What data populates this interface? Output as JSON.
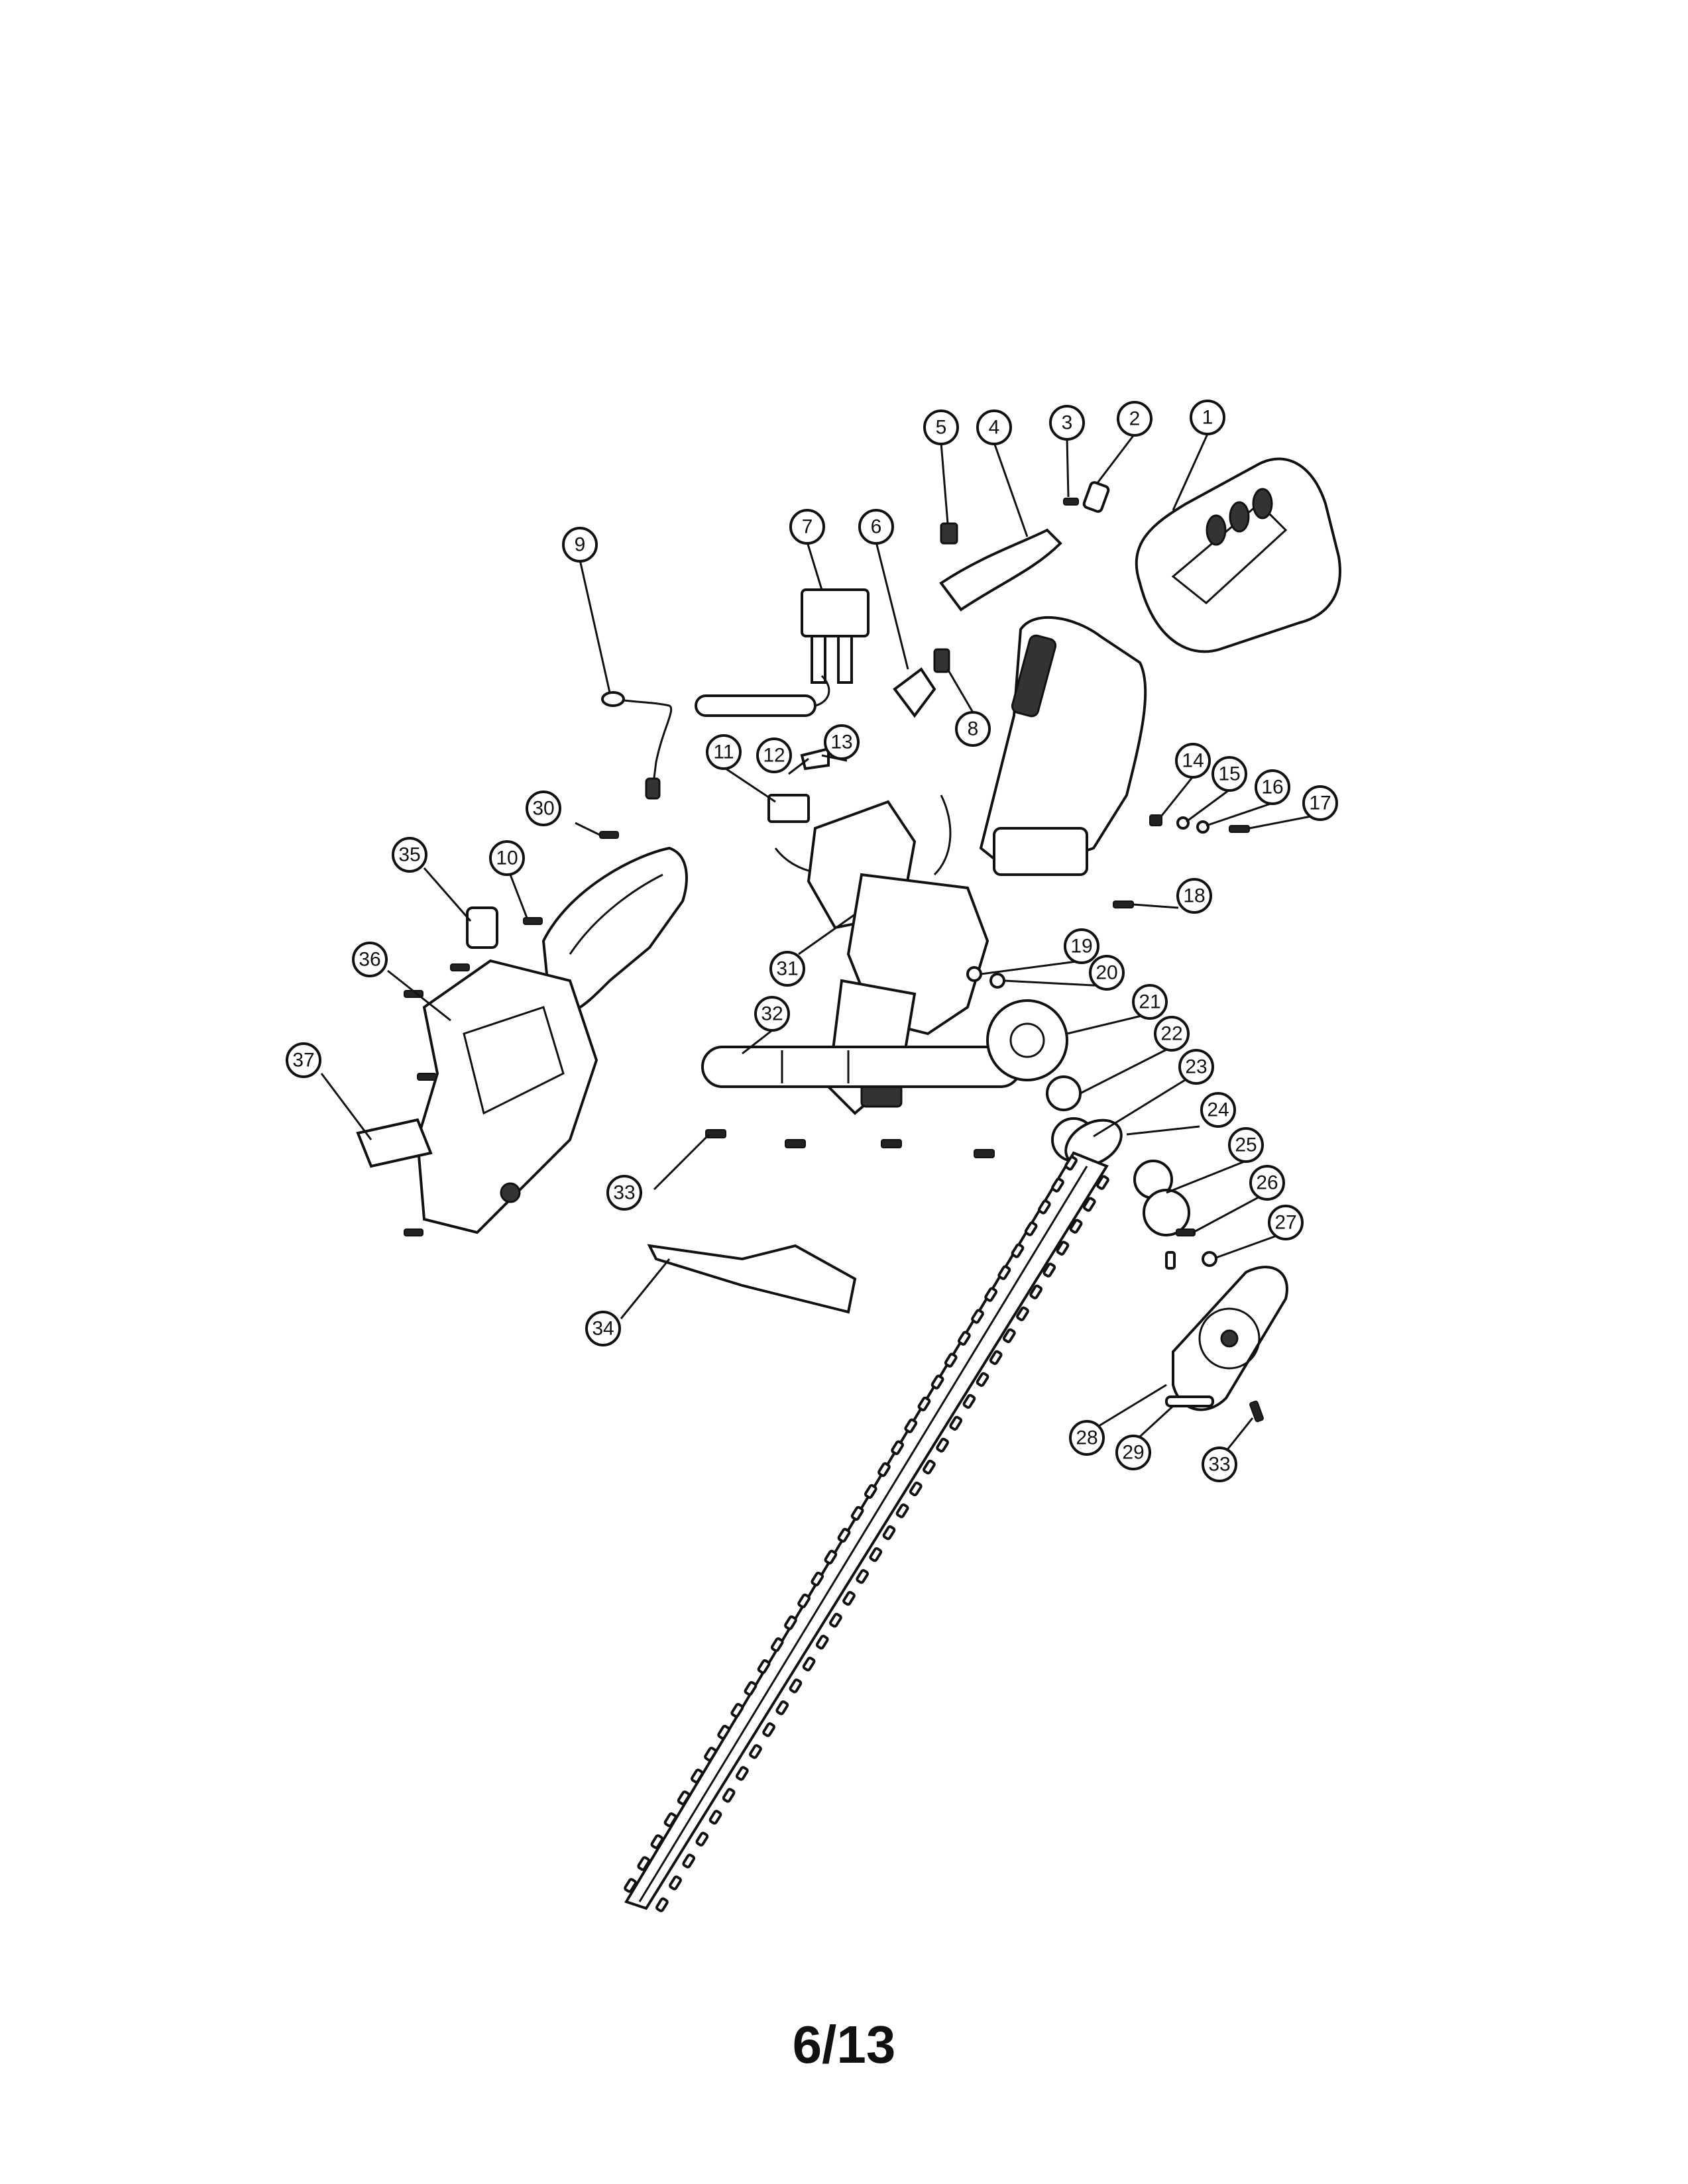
{
  "page": {
    "number": "6/13"
  },
  "callouts": [
    {
      "id": "c1",
      "label": "1"
    },
    {
      "id": "c2",
      "label": "2"
    },
    {
      "id": "c3",
      "label": "3"
    },
    {
      "id": "c4",
      "label": "4"
    },
    {
      "id": "c5",
      "label": "5"
    },
    {
      "id": "c6",
      "label": "6"
    },
    {
      "id": "c7",
      "label": "7"
    },
    {
      "id": "c8",
      "label": "8"
    },
    {
      "id": "c9",
      "label": "9"
    },
    {
      "id": "c10",
      "label": "10"
    },
    {
      "id": "c11",
      "label": "11"
    },
    {
      "id": "c12",
      "label": "12"
    },
    {
      "id": "c13",
      "label": "13"
    },
    {
      "id": "c14",
      "label": "14"
    },
    {
      "id": "c15",
      "label": "15"
    },
    {
      "id": "c16",
      "label": "16"
    },
    {
      "id": "c17",
      "label": "17"
    },
    {
      "id": "c18",
      "label": "18"
    },
    {
      "id": "c19",
      "label": "19"
    },
    {
      "id": "c20",
      "label": "20"
    },
    {
      "id": "c21",
      "label": "21"
    },
    {
      "id": "c22",
      "label": "22"
    },
    {
      "id": "c23",
      "label": "23"
    },
    {
      "id": "c24",
      "label": "24"
    },
    {
      "id": "c25",
      "label": "25"
    },
    {
      "id": "c26",
      "label": "26"
    },
    {
      "id": "c27",
      "label": "27"
    },
    {
      "id": "c28",
      "label": "28"
    },
    {
      "id": "c29",
      "label": "29"
    },
    {
      "id": "c30",
      "label": "30"
    },
    {
      "id": "c31",
      "label": "31"
    },
    {
      "id": "c32",
      "label": "32"
    },
    {
      "id": "c33a",
      "label": "33"
    },
    {
      "id": "c33b",
      "label": "33"
    },
    {
      "id": "c34",
      "label": "34"
    },
    {
      "id": "c35",
      "label": "35"
    },
    {
      "id": "c36",
      "label": "36"
    },
    {
      "id": "c37",
      "label": "37"
    }
  ]
}
